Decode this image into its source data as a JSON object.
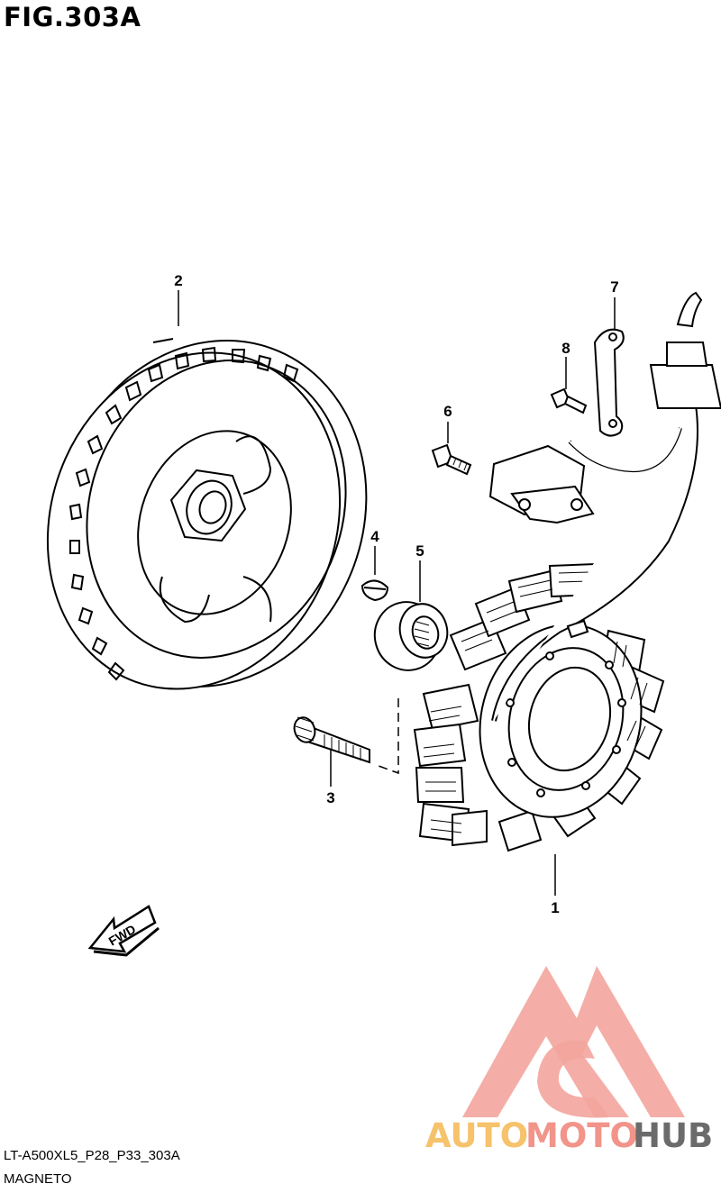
{
  "figure": {
    "title": "FIG.303A",
    "model_code": "LT-A500XL5_P28_P33_303A",
    "caption": "MAGNETO"
  },
  "callouts": [
    "1",
    "2",
    "3",
    "4",
    "5",
    "6",
    "7",
    "8"
  ],
  "fwd_label": "FWD",
  "watermark": {
    "word_part1": "AUTO",
    "word_part2": "MOTO",
    "word_part3": "HUB",
    "colors": {
      "logo": "#f3a59d",
      "auto": "#f6c26b",
      "moto": "#f2948a",
      "hub": "#6b6b6b"
    }
  },
  "colors": {
    "line": "#000000",
    "background": "#ffffff"
  },
  "icons": [
    "fwd-arrow-icon",
    "watermark-logo-icon"
  ]
}
